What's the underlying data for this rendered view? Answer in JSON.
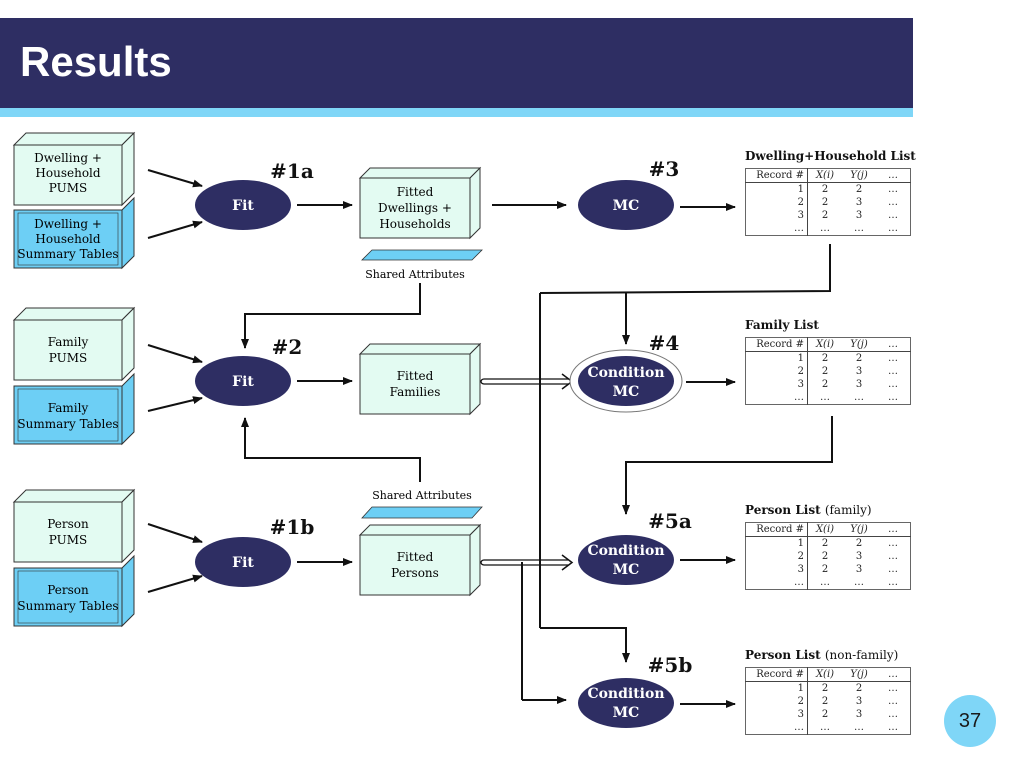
{
  "slide": {
    "title": "Results",
    "page_number": "37"
  },
  "inputs": {
    "dwelling_pums": [
      "Dwelling +",
      "Household",
      "PUMS"
    ],
    "dwelling_summary": [
      "Dwelling +",
      "Household",
      "Summary Tables"
    ],
    "family_pums": [
      "Family",
      "PUMS"
    ],
    "family_summary": [
      "Family",
      "Summary Tables"
    ],
    "person_pums": [
      "Person",
      "PUMS"
    ],
    "person_summary": [
      "Person",
      "Summary Tables"
    ]
  },
  "processes": {
    "fit": "Fit",
    "mc": "MC",
    "condition_line": "Condition",
    "condition_mc_line": "MC"
  },
  "steps": {
    "s1a": "#1a",
    "s2": "#2",
    "s1b": "#1b",
    "s3": "#3",
    "s4": "#4",
    "s5a": "#5a",
    "s5b": "#5b"
  },
  "fitted": {
    "dwellings": [
      "Fitted",
      "Dwellings +",
      "Households"
    ],
    "families": [
      "Fitted",
      "Families"
    ],
    "persons": [
      "Fitted",
      "Persons"
    ]
  },
  "shared_attributes": "Shared Attributes",
  "tables": {
    "household": {
      "title": "Dwelling+Household List",
      "subtitle": ""
    },
    "family": {
      "title": "Family List",
      "subtitle": ""
    },
    "person_family": {
      "title": "Person List",
      "subtitle": "(family)"
    },
    "person_nonfamily": {
      "title": "Person List",
      "subtitle": "(non-family)"
    },
    "columns": [
      "Record #",
      "X(i)",
      "Y(j)",
      "…"
    ],
    "rows": [
      [
        "1",
        "2",
        "2",
        "…"
      ],
      [
        "2",
        "2",
        "3",
        "…"
      ],
      [
        "3",
        "2",
        "3",
        "…"
      ],
      [
        "…",
        "…",
        "…",
        "…"
      ]
    ]
  },
  "colors": {
    "header": "#2e2e63",
    "stripe": "#7fd6f7",
    "node": "#2e2e63",
    "pums_box": "#e3fbf2",
    "summary_box": "#6dcff5"
  }
}
